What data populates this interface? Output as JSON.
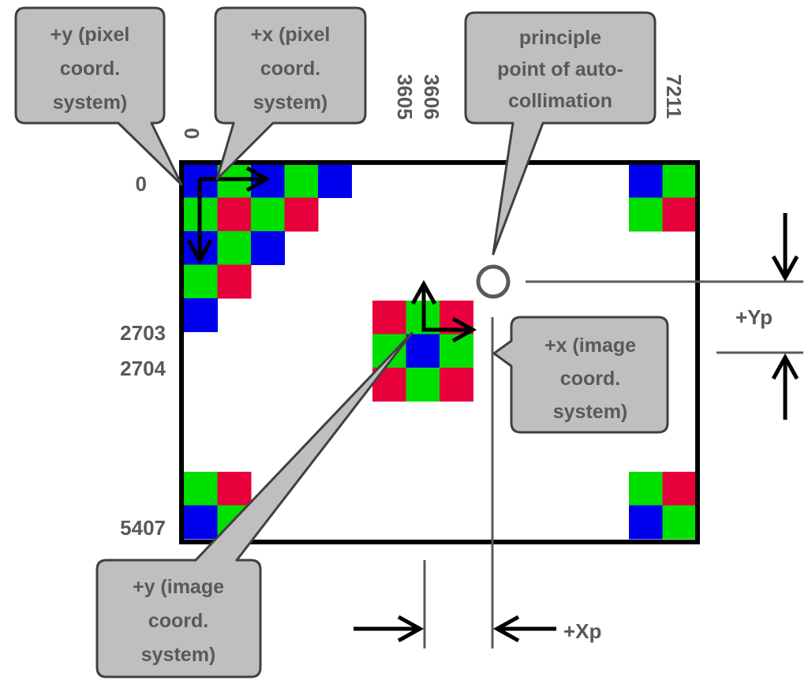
{
  "colors": {
    "red": "#e8003c",
    "green": "#00e000",
    "blue": "#0000ee",
    "callout_fill": "#bfbfbf",
    "callout_stroke": "#404040",
    "label_text": "#595959",
    "frame": "#000000",
    "guide_line": "#595959"
  },
  "callouts": {
    "pixel_y": [
      "+y (pixel",
      "coord.",
      "system)"
    ],
    "pixel_x": [
      "+x (pixel",
      "coord.",
      "system)"
    ],
    "principle_point": [
      "principle",
      "point of auto-",
      "collimation"
    ],
    "image_x": [
      "+x (image",
      "coord.",
      "system)"
    ],
    "image_y": [
      "+y (image",
      "coord.",
      "system)"
    ]
  },
  "axis_labels": {
    "row_0": "0",
    "row_2703": "2703",
    "row_2704": "2704",
    "row_5407": "5407",
    "col_0": "0",
    "col_3605": "3605",
    "col_3606": "3606",
    "col_7211": "7211"
  },
  "offsets": {
    "xp": "+Xp",
    "yp": "+Yp"
  },
  "pixel_patterns": {
    "top_left": [
      [
        "blue",
        "green",
        "blue",
        "green",
        "blue"
      ],
      [
        "green",
        "red",
        "green",
        "red",
        null
      ],
      [
        "blue",
        "green",
        "blue",
        null,
        null
      ],
      [
        "green",
        "red",
        null,
        null,
        null
      ],
      [
        "blue",
        null,
        null,
        null,
        null
      ]
    ],
    "top_right": [
      [
        "blue",
        "green"
      ],
      [
        "green",
        "red"
      ]
    ],
    "bottom_left": [
      [
        "green",
        "red"
      ],
      [
        "blue",
        "green"
      ]
    ],
    "bottom_right": [
      [
        "green",
        "red"
      ],
      [
        "blue",
        "green"
      ]
    ],
    "center": [
      [
        "red",
        "green",
        "red"
      ],
      [
        "green",
        "blue",
        "green"
      ],
      [
        "red",
        "green",
        "red"
      ]
    ]
  }
}
